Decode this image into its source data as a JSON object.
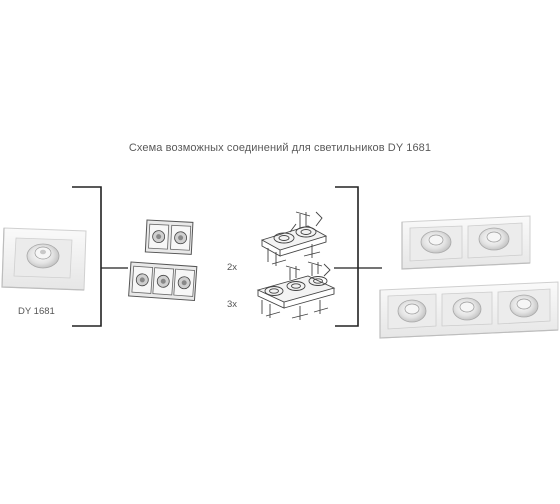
{
  "caption": "Схема возможных соединений для светильников DY 1681",
  "model_label": "DY 1681",
  "multiplier_two": "2x",
  "multiplier_three": "3x",
  "colors": {
    "line": "#333333",
    "fixture_frame": "#f4f4f4",
    "fixture_shadow": "#d8d8d8",
    "bracket": "#222222"
  },
  "icons": [
    "single-fixture",
    "double-frame-icon",
    "triple-frame-icon",
    "double-assembly-icon",
    "triple-assembly-icon",
    "double-fixture",
    "triple-fixture"
  ]
}
